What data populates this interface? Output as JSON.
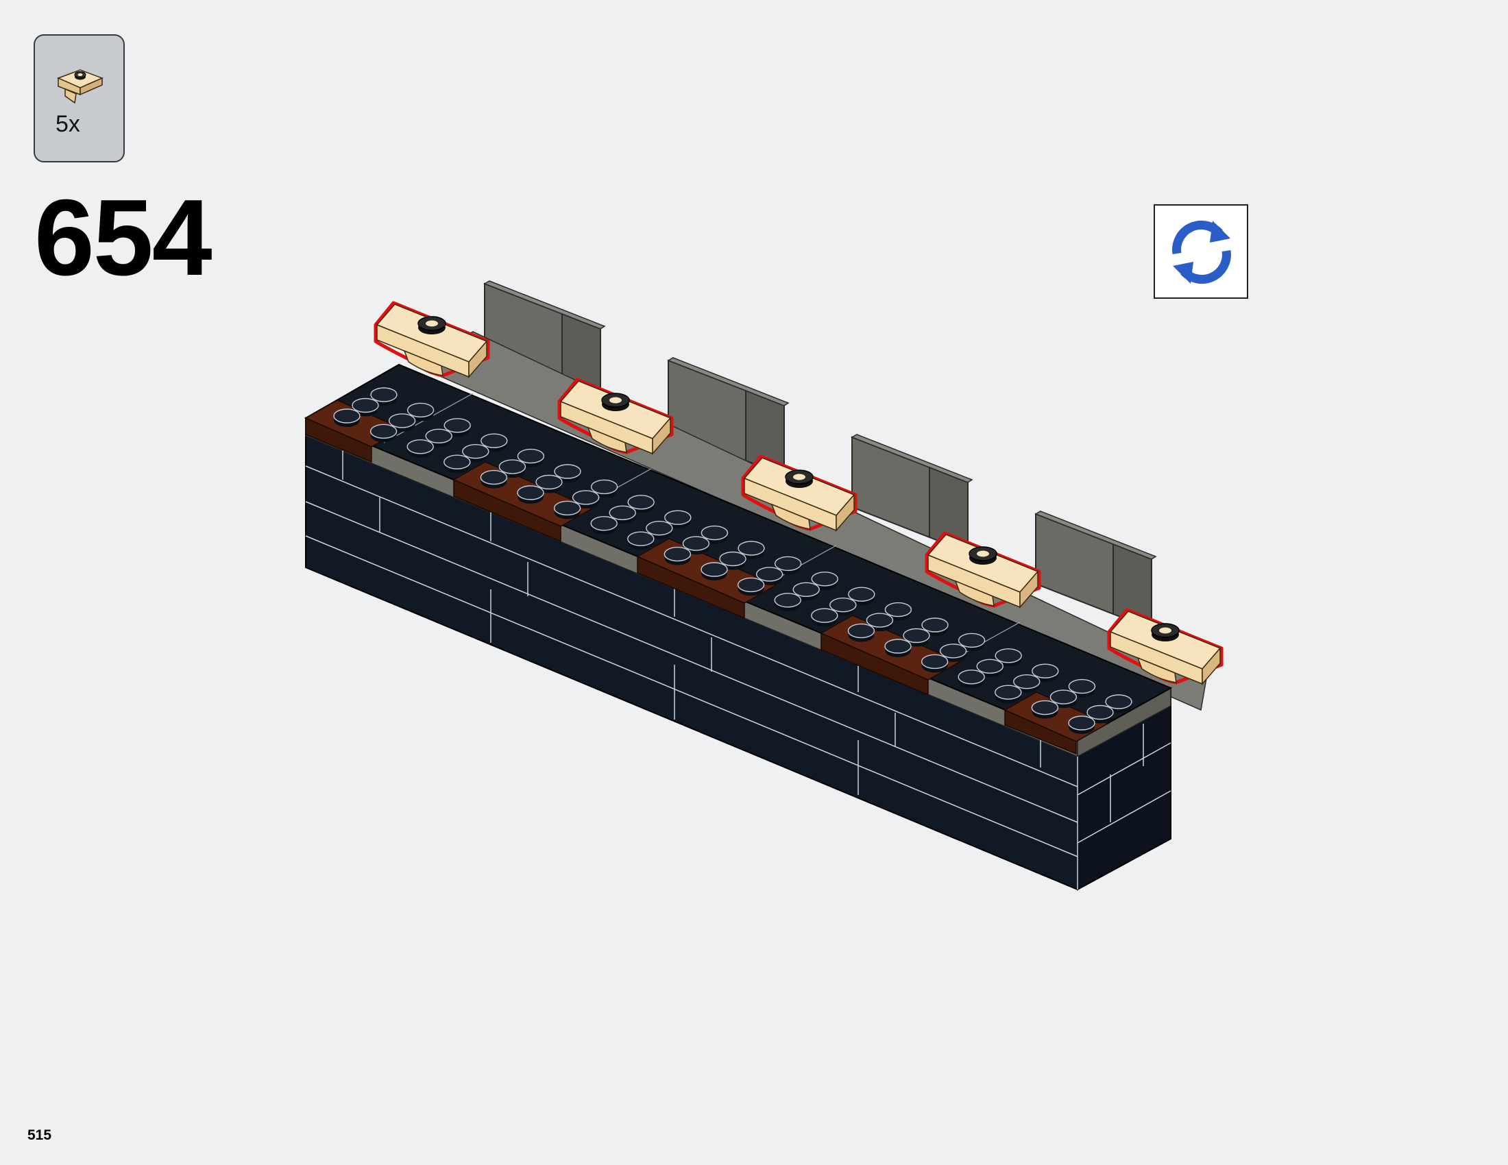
{
  "step": {
    "number": "654",
    "parts": [
      {
        "quantity": "5x",
        "color": "#f2d9a8",
        "icon": "tan-bracket-plate-icon"
      }
    ]
  },
  "rotate_icon": "rotate-arrows-icon",
  "model_icon": "wall-assembly-illustration",
  "highlight_color": "#e01010",
  "page": {
    "number": "515"
  }
}
